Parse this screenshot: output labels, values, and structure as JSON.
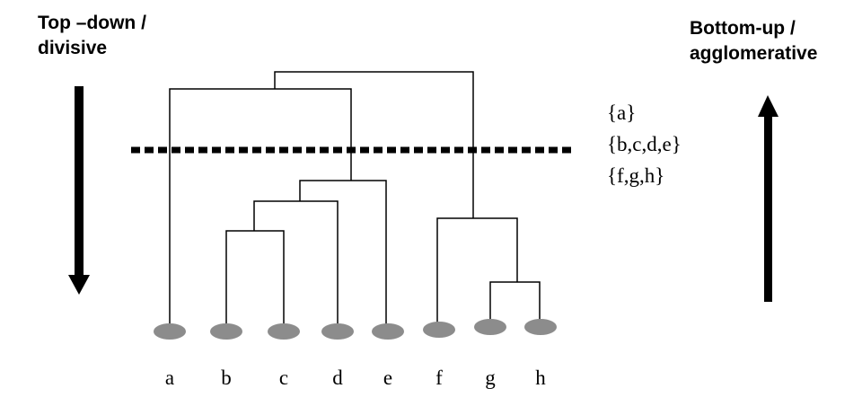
{
  "left_caption": {
    "line1": "Top –down /",
    "line2": "divisive"
  },
  "right_caption": {
    "line1": "Bottom-up /",
    "line2": "agglomerative"
  },
  "clusters": [
    "{a}",
    "{b,c,d,e}",
    "{f,g,h}"
  ],
  "leaves": [
    "a",
    "b",
    "c",
    "d",
    "e",
    "f",
    "g",
    "h"
  ],
  "colors": {
    "leaf_node": "#8c8c8c",
    "lines": "#000000"
  }
}
